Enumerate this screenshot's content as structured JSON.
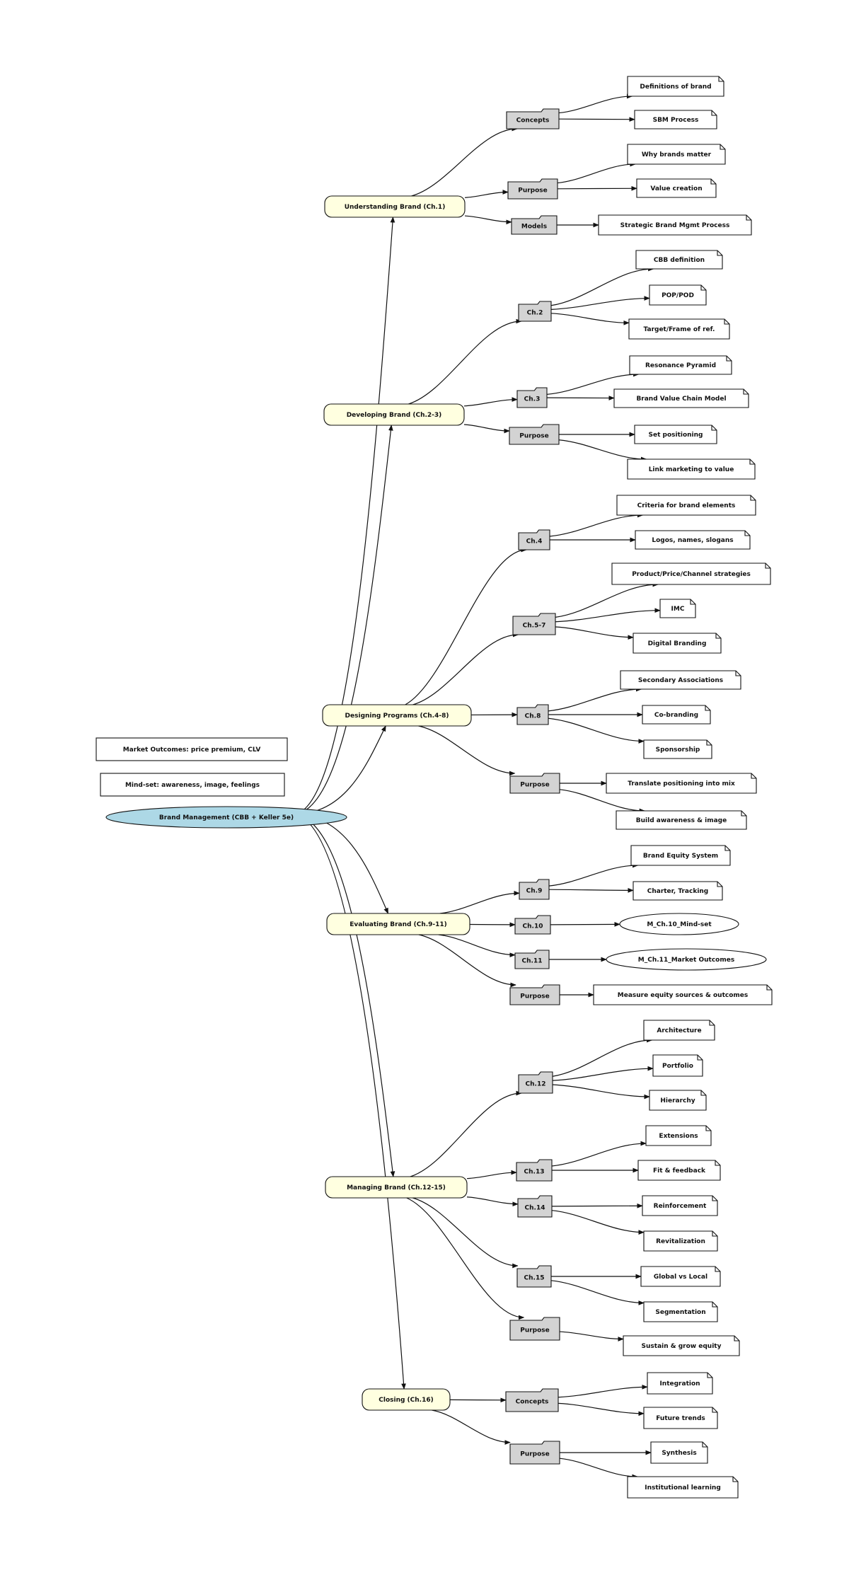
{
  "colors": {
    "root_fill": "#add8e6",
    "chapter_fill": "#ffffe0",
    "folder_fill": "#d3d3d3",
    "note_fill": "#ffffff",
    "stroke": "#111111"
  },
  "legend": [
    {
      "id": "legend1",
      "label": "Market Outcomes: price premium, CLV"
    },
    {
      "id": "legend2",
      "label": "Mind-set: awareness, image, feelings"
    }
  ],
  "nodes": [
    {
      "id": "root",
      "label": "Brand Management (CBB + Keller 5e)",
      "shape": "ellipse-root"
    },
    {
      "id": "ch1",
      "label": "Understanding Brand (Ch.1)",
      "shape": "round"
    },
    {
      "id": "ch1_concepts",
      "label": "Concepts",
      "shape": "folder"
    },
    {
      "id": "ch1_purpose",
      "label": "Purpose",
      "shape": "folder"
    },
    {
      "id": "ch1_models",
      "label": "Models",
      "shape": "folder"
    },
    {
      "id": "n_def_brand",
      "label": "Definitions of brand",
      "shape": "note"
    },
    {
      "id": "n_sbm",
      "label": "SBM Process",
      "shape": "note"
    },
    {
      "id": "n_why",
      "label": "Why brands matter",
      "shape": "note"
    },
    {
      "id": "n_value",
      "label": "Value creation",
      "shape": "note"
    },
    {
      "id": "n_sbmp",
      "label": "Strategic Brand Mgmt Process",
      "shape": "note"
    },
    {
      "id": "ch2",
      "label": "Developing Brand (Ch.2-3)",
      "shape": "round"
    },
    {
      "id": "ch2_ch2",
      "label": "Ch.2",
      "shape": "folder"
    },
    {
      "id": "ch2_ch3",
      "label": "Ch.3",
      "shape": "folder"
    },
    {
      "id": "ch2_purpose",
      "label": "Purpose",
      "shape": "folder"
    },
    {
      "id": "n_cbb",
      "label": "CBB definition",
      "shape": "note"
    },
    {
      "id": "n_pop",
      "label": "POP/POD",
      "shape": "note"
    },
    {
      "id": "n_target",
      "label": "Target/Frame of ref.",
      "shape": "note"
    },
    {
      "id": "n_pyramid",
      "label": "Resonance Pyramid",
      "shape": "note"
    },
    {
      "id": "n_bvcm",
      "label": "Brand Value Chain Model",
      "shape": "note"
    },
    {
      "id": "n_setpos",
      "label": "Set positioning",
      "shape": "note"
    },
    {
      "id": "n_link",
      "label": "Link marketing to value",
      "shape": "note"
    },
    {
      "id": "ch4",
      "label": "Designing Programs (Ch.4-8)",
      "shape": "round"
    },
    {
      "id": "ch4_ch4",
      "label": "Ch.4",
      "shape": "folder"
    },
    {
      "id": "ch4_ch57",
      "label": "Ch.5-7",
      "shape": "folder"
    },
    {
      "id": "ch4_ch8",
      "label": "Ch.8",
      "shape": "folder"
    },
    {
      "id": "ch4_purpose",
      "label": "Purpose",
      "shape": "folder"
    },
    {
      "id": "n_criteria",
      "label": "Criteria for brand elements",
      "shape": "note"
    },
    {
      "id": "n_logos",
      "label": "Logos, names, slogans",
      "shape": "note"
    },
    {
      "id": "n_pricing",
      "label": "Product/Price/Channel strategies",
      "shape": "note"
    },
    {
      "id": "n_imc",
      "label": "IMC",
      "shape": "note"
    },
    {
      "id": "n_digital",
      "label": "Digital Branding",
      "shape": "note"
    },
    {
      "id": "n_secondary",
      "label": "Secondary Associations",
      "shape": "note"
    },
    {
      "id": "n_cobrand",
      "label": "Co-branding",
      "shape": "note"
    },
    {
      "id": "n_sponsor",
      "label": "Sponsorship",
      "shape": "note"
    },
    {
      "id": "n_translate",
      "label": "Translate positioning into mix",
      "shape": "note"
    },
    {
      "id": "n_build",
      "label": "Build awareness & image",
      "shape": "note"
    },
    {
      "id": "ch9",
      "label": "Evaluating Brand (Ch.9-11)",
      "shape": "round"
    },
    {
      "id": "ch9_ch9",
      "label": "Ch.9",
      "shape": "folder"
    },
    {
      "id": "ch9_ch10",
      "label": "Ch.10",
      "shape": "folder"
    },
    {
      "id": "ch9_ch11",
      "label": "Ch.11",
      "shape": "folder"
    },
    {
      "id": "ch9_purpose",
      "label": "Purpose",
      "shape": "folder"
    },
    {
      "id": "n_bes",
      "label": "Brand Equity System",
      "shape": "note"
    },
    {
      "id": "n_tracking",
      "label": "Charter, Tracking",
      "shape": "note"
    },
    {
      "id": "n_mind",
      "label": "M_Ch.10_Mind-set",
      "shape": "ellipse"
    },
    {
      "id": "n_market",
      "label": "M_Ch.11_Market Outcomes",
      "shape": "ellipse"
    },
    {
      "id": "n_measure",
      "label": "Measure equity sources & outcomes",
      "shape": "note"
    },
    {
      "id": "ch12",
      "label": "Managing Brand (Ch.12-15)",
      "shape": "round"
    },
    {
      "id": "ch12_ch12",
      "label": "Ch.12",
      "shape": "folder"
    },
    {
      "id": "ch12_ch13",
      "label": "Ch.13",
      "shape": "folder"
    },
    {
      "id": "ch12_ch14",
      "label": "Ch.14",
      "shape": "folder"
    },
    {
      "id": "ch12_ch15",
      "label": "Ch.15",
      "shape": "folder"
    },
    {
      "id": "ch12_purpose",
      "label": "Purpose",
      "shape": "folder"
    },
    {
      "id": "n_arch",
      "label": "Architecture",
      "shape": "note"
    },
    {
      "id": "n_portfolio",
      "label": "Portfolio",
      "shape": "note"
    },
    {
      "id": "n_hierarchy",
      "label": "Hierarchy",
      "shape": "note"
    },
    {
      "id": "n_ext",
      "label": "Extensions",
      "shape": "note"
    },
    {
      "id": "n_fit",
      "label": "Fit & feedback",
      "shape": "note"
    },
    {
      "id": "n_reinf",
      "label": "Reinforcement",
      "shape": "note"
    },
    {
      "id": "n_revit",
      "label": "Revitalization",
      "shape": "note"
    },
    {
      "id": "n_global",
      "label": "Global vs Local",
      "shape": "note"
    },
    {
      "id": "n_segment",
      "label": "Segmentation",
      "shape": "note"
    },
    {
      "id": "n_sustain",
      "label": "Sustain & grow equity",
      "shape": "note"
    },
    {
      "id": "ch16",
      "label": "Closing (Ch.16)",
      "shape": "round"
    },
    {
      "id": "ch16_concepts",
      "label": "Concepts",
      "shape": "folder"
    },
    {
      "id": "ch16_purpose",
      "label": "Purpose",
      "shape": "folder"
    },
    {
      "id": "n_integration",
      "label": "Integration",
      "shape": "note"
    },
    {
      "id": "n_future",
      "label": "Future trends",
      "shape": "note"
    },
    {
      "id": "n_synth",
      "label": "Synthesis",
      "shape": "note"
    },
    {
      "id": "n_inst",
      "label": "Institutional learning",
      "shape": "note"
    }
  ],
  "edges": [
    [
      "root",
      "ch1"
    ],
    [
      "root",
      "ch2"
    ],
    [
      "root",
      "ch4"
    ],
    [
      "root",
      "ch9"
    ],
    [
      "root",
      "ch12"
    ],
    [
      "root",
      "ch16"
    ],
    [
      "ch1",
      "ch1_concepts"
    ],
    [
      "ch1",
      "ch1_purpose"
    ],
    [
      "ch1",
      "ch1_models"
    ],
    [
      "ch1_concepts",
      "n_def_brand"
    ],
    [
      "ch1_concepts",
      "n_sbm"
    ],
    [
      "ch1_purpose",
      "n_why"
    ],
    [
      "ch1_purpose",
      "n_value"
    ],
    [
      "ch1_models",
      "n_sbmp"
    ],
    [
      "ch2",
      "ch2_ch2"
    ],
    [
      "ch2",
      "ch2_ch3"
    ],
    [
      "ch2",
      "ch2_purpose"
    ],
    [
      "ch2_ch2",
      "n_cbb"
    ],
    [
      "ch2_ch2",
      "n_pop"
    ],
    [
      "ch2_ch2",
      "n_target"
    ],
    [
      "ch2_ch3",
      "n_pyramid"
    ],
    [
      "ch2_ch3",
      "n_bvcm"
    ],
    [
      "ch2_purpose",
      "n_setpos"
    ],
    [
      "ch2_purpose",
      "n_link"
    ],
    [
      "ch4",
      "ch4_ch4"
    ],
    [
      "ch4",
      "ch4_ch57"
    ],
    [
      "ch4",
      "ch4_ch8"
    ],
    [
      "ch4",
      "ch4_purpose"
    ],
    [
      "ch4_ch4",
      "n_criteria"
    ],
    [
      "ch4_ch4",
      "n_logos"
    ],
    [
      "ch4_ch57",
      "n_pricing"
    ],
    [
      "ch4_ch57",
      "n_imc"
    ],
    [
      "ch4_ch57",
      "n_digital"
    ],
    [
      "ch4_ch8",
      "n_secondary"
    ],
    [
      "ch4_ch8",
      "n_cobrand"
    ],
    [
      "ch4_ch8",
      "n_sponsor"
    ],
    [
      "ch4_purpose",
      "n_translate"
    ],
    [
      "ch4_purpose",
      "n_build"
    ],
    [
      "ch9",
      "ch9_ch9"
    ],
    [
      "ch9",
      "ch9_ch10"
    ],
    [
      "ch9",
      "ch9_ch11"
    ],
    [
      "ch9",
      "ch9_purpose"
    ],
    [
      "ch9_ch9",
      "n_bes"
    ],
    [
      "ch9_ch9",
      "n_tracking"
    ],
    [
      "ch9_ch10",
      "n_mind"
    ],
    [
      "ch9_ch11",
      "n_market"
    ],
    [
      "ch9_purpose",
      "n_measure"
    ],
    [
      "ch12",
      "ch12_ch12"
    ],
    [
      "ch12",
      "ch12_ch13"
    ],
    [
      "ch12",
      "ch12_ch14"
    ],
    [
      "ch12",
      "ch12_ch15"
    ],
    [
      "ch12",
      "ch12_purpose"
    ],
    [
      "ch12_ch12",
      "n_arch"
    ],
    [
      "ch12_ch12",
      "n_portfolio"
    ],
    [
      "ch12_ch12",
      "n_hierarchy"
    ],
    [
      "ch12_ch13",
      "n_ext"
    ],
    [
      "ch12_ch13",
      "n_fit"
    ],
    [
      "ch12_ch14",
      "n_reinf"
    ],
    [
      "ch12_ch14",
      "n_revit"
    ],
    [
      "ch12_ch15",
      "n_global"
    ],
    [
      "ch12_ch15",
      "n_segment"
    ],
    [
      "ch12_purpose",
      "n_sustain"
    ],
    [
      "ch16",
      "ch16_concepts"
    ],
    [
      "ch16",
      "ch16_purpose"
    ],
    [
      "ch16_concepts",
      "n_integration"
    ],
    [
      "ch16_concepts",
      "n_future"
    ],
    [
      "ch16_purpose",
      "n_synth"
    ],
    [
      "ch16_purpose",
      "n_inst"
    ]
  ]
}
